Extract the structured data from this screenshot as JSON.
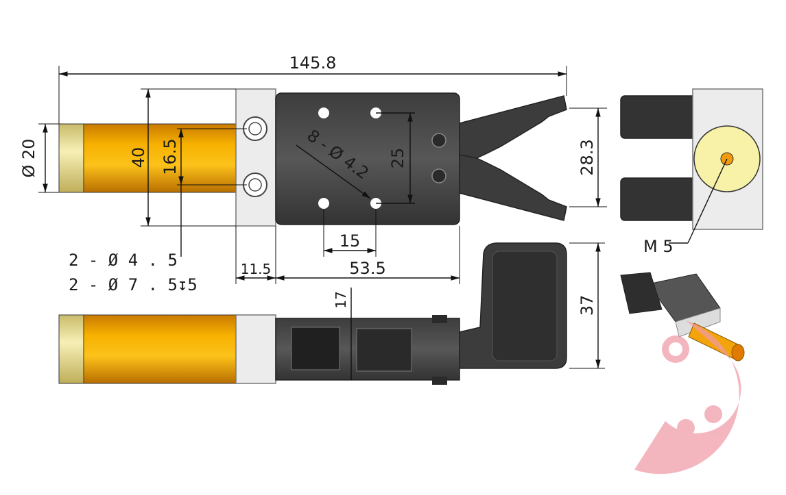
{
  "dimensions": {
    "overall_length": "145.8",
    "body_diameter": "Ø 20",
    "height_40": "40",
    "hole_pitch_16_5": "16.5",
    "hole_note": "8 - Ø 4.2",
    "hole_spacing_25": "25",
    "jaw_opening": "28.3",
    "hole_spacing_15": "15",
    "width_11_5": "11.5",
    "width_53_5": "53.5",
    "thickness_17": "17",
    "height_37": "37",
    "thread": "M 5"
  },
  "notes": {
    "hole_line1": "2 - Ø 4 . 5",
    "hole_line2": "2 - Ø 7 . 5",
    "depth_symbol": "↧",
    "depth_value": "5"
  },
  "colors": {
    "body_orange": "#f0a000",
    "cap_yellow": "#f3e9a0",
    "steel_dark": "#4a4a4a",
    "block_white": "#ececec",
    "watermark": "#f19aa6"
  },
  "icons": {
    "watermark": "robot-logo-icon",
    "preview": "gripper-3d-preview-icon"
  }
}
